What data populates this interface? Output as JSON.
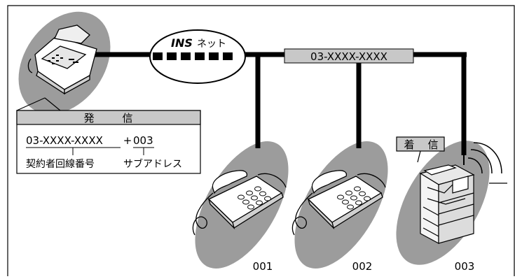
{
  "network": {
    "ins_bold": "INS",
    "ins_suffix": "ネット",
    "subscriber_number": "03-XXXX-XXXX"
  },
  "sender": {
    "title_left": "発",
    "title_right": "信",
    "number": "03-XXXX-XXXX",
    "plus": "+",
    "subaddress": "003",
    "number_caption": "契約者回線番号",
    "subaddress_caption": "サブアドレス"
  },
  "receiving_label": {
    "left": "着",
    "right": "信"
  },
  "devices": [
    {
      "label": "001"
    },
    {
      "label": "002"
    },
    {
      "label": "003"
    }
  ],
  "colors": {
    "line": "#000000",
    "ellipse_fill": "#9c9c9c",
    "label_bar_fill": "#c8c8c8",
    "device_body": "#e8e8e8"
  }
}
